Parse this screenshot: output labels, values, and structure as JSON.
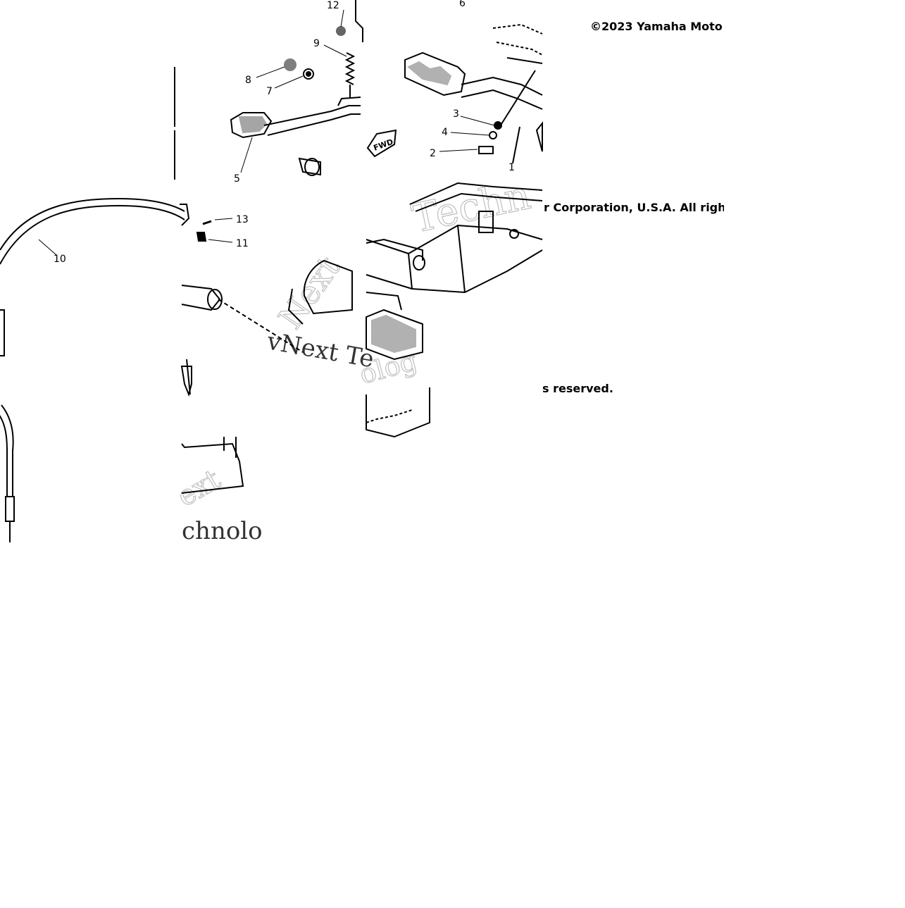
{
  "copyright": {
    "part1": "©2023 Yamaha Moto",
    "part2": "r Corporation, U.S.A. All rights",
    "part3": "s reserved."
  },
  "watermark": {
    "fragments": [
      "Techn",
      "vNext Te",
      "ext",
      "chnolo",
      "Next",
      "olog"
    ]
  },
  "callouts": {
    "c1": "1",
    "c2": "2",
    "c3": "3",
    "c4": "4",
    "c5": "5",
    "c6": "6",
    "c7": "7",
    "c8": "8",
    "c9": "9",
    "c10": "10",
    "c11": "11",
    "c12": "12",
    "c13": "13"
  },
  "decal": {
    "fwd": "FWD"
  },
  "colors": {
    "line": "#000000",
    "watermark": "#bfbfbf",
    "background": "#ffffff"
  }
}
